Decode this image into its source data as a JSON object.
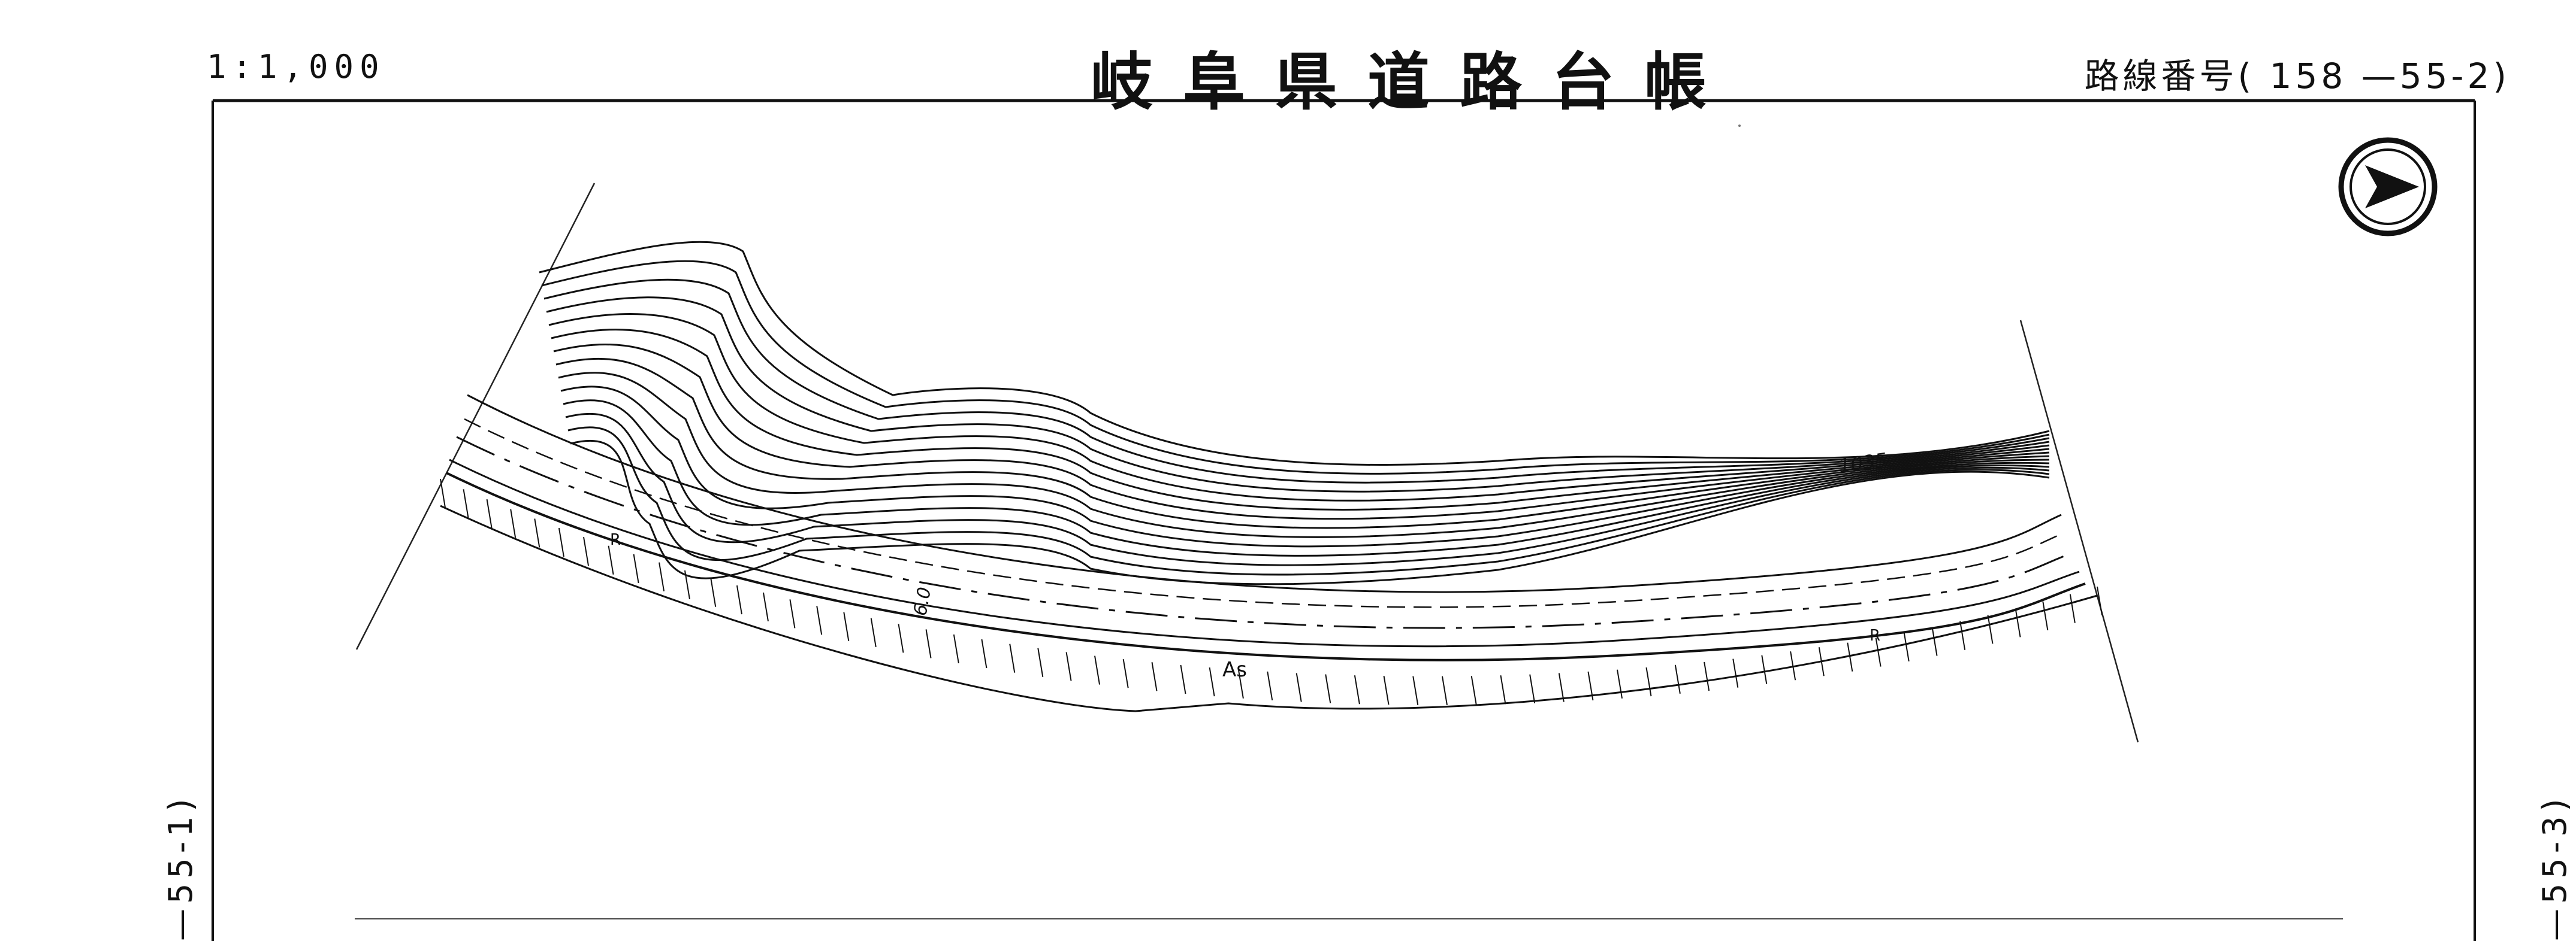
{
  "header": {
    "scale": "1:1,000",
    "title": "岐阜県道路台帳",
    "route_number": "路線番号( 158 —55-2)"
  },
  "adjacent_sheets": {
    "left": "—55-1)",
    "right": "—55-3)"
  },
  "map_labels": {
    "contour": "1035",
    "width": "6.0",
    "surface": "As",
    "retaining_left": "R",
    "retaining_right": "R"
  },
  "north_arrow": "north-arrow-icon"
}
